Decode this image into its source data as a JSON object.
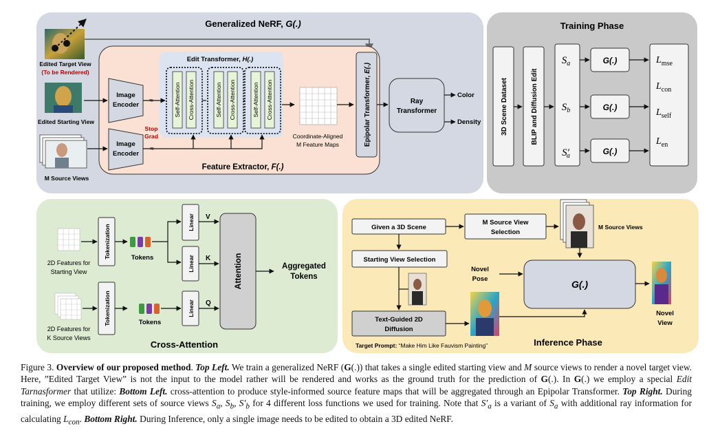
{
  "colors": {
    "panel_gray": "#d3d8e2",
    "panel_training": "#c9c9c9",
    "panel_green": "#dcebd2",
    "panel_yellow": "#fbe9b8",
    "feature_extractor": "#fbe1d3",
    "edit_transformer": "#dce4f1",
    "attn_green": "#e7f4d8",
    "box_white": "#f3f3f3",
    "box_gray": "#d0d0d0",
    "label_red": "#c00000",
    "token_green": "#3f9a3f",
    "token_purple": "#7b3aa8",
    "token_orange": "#d9622b"
  },
  "top_left": {
    "title": "Generalized NeRF, ",
    "title_math": "G(.)",
    "edited_target_label": "Edited Target View",
    "to_be_rendered": "(To be Rendered)",
    "edited_starting_label": "Edited Starting View",
    "source_views_label": "M Source Views",
    "image_encoder": [
      "Image",
      "Encoder"
    ],
    "stop_grad": [
      "Stop",
      "Grad"
    ],
    "edit_transformer_title": "Edit Transformer, ",
    "edit_transformer_math": "H(.)",
    "self_attention": "Self-Attention",
    "cross_attention": "Cross-Attention",
    "feature_maps_label": [
      "Coordinate-Aligned",
      "M Feature Maps"
    ],
    "feature_extractor_label": "Feature Extractor, ",
    "feature_extractor_math": "F(.)",
    "epipolar_label": "Epipolar Transformer, ",
    "epipolar_math": "E(.)",
    "ray_transformer": [
      "Ray",
      "Transformer"
    ],
    "color_out": "Color",
    "density_out": "Density"
  },
  "training": {
    "title": "Training Phase",
    "dataset": "3D Scene Dataset",
    "blip": "BLIP and Diffusion Edit",
    "sets": [
      "S_a",
      "S_b",
      "S'_a"
    ],
    "g": "G(.)",
    "losses": [
      "mse",
      "con",
      "self",
      "en"
    ]
  },
  "cross_attention": {
    "title": "Cross-Attention",
    "starting_features": [
      "2D Features for",
      "Starting View"
    ],
    "source_features": [
      "2D Features for",
      "K Source Views"
    ],
    "tokenization": "Tokenization",
    "tokens": "Tokens",
    "linear": "Linear",
    "v": "V",
    "k": "K",
    "q": "Q",
    "attention": "Attention",
    "aggregated": [
      "Aggregated",
      "Tokens"
    ]
  },
  "inference": {
    "given_scene": "Given a 3D Scene",
    "source_views_box": [
      "M Source View",
      "Selection"
    ],
    "m_source_views": "M Source Views",
    "starting_view_selection": "Starting View Selection",
    "novel_pose": [
      "Novel",
      "Pose"
    ],
    "g": "G(.)",
    "diffusion": [
      "Text-Guided 2D",
      "Diffusion"
    ],
    "target_prompt_label": "Target Prompt: ",
    "target_prompt": "“Make Him Like Fauvism Painting”",
    "title": "Inference Phase",
    "novel_view": [
      "Novel",
      "View"
    ]
  },
  "caption": {
    "figure": "Figure 3.",
    "heading": "Overview of our proposed method",
    "top_left": "Top Left.",
    "s1": " We train a generalized NeRF (",
    "s1b": ") that takes a single edited starting view and ",
    "s1c": " source views to render a novel target view. Here, ”Edited Target View” is not the input to the model rather will be rendered and works as the ground truth for the prediction of ",
    "s2": ". In ",
    "s2b": " we employ a special ",
    "edit_tarnasformer": "Edit Tarnasformer",
    "s3": " that utilize: ",
    "bottom_left": "Bottom Left.",
    "s4": " cross-attention to produce style-informed source feature maps that will be aggregated through an Epipolar Transformer. ",
    "top_right": "Top Right.",
    "s5": " During training, we employ different sets of source views ",
    "s5b": " for 4 different loss functions we used for training. Note that ",
    "s5c": " is a variant of ",
    "s5d": " with additional ray information for calculating ",
    "bottom_right": "Bottom Right.",
    "s6": " During Inference, only a single image needs to be edited to obtain a 3D edited NeRF."
  }
}
